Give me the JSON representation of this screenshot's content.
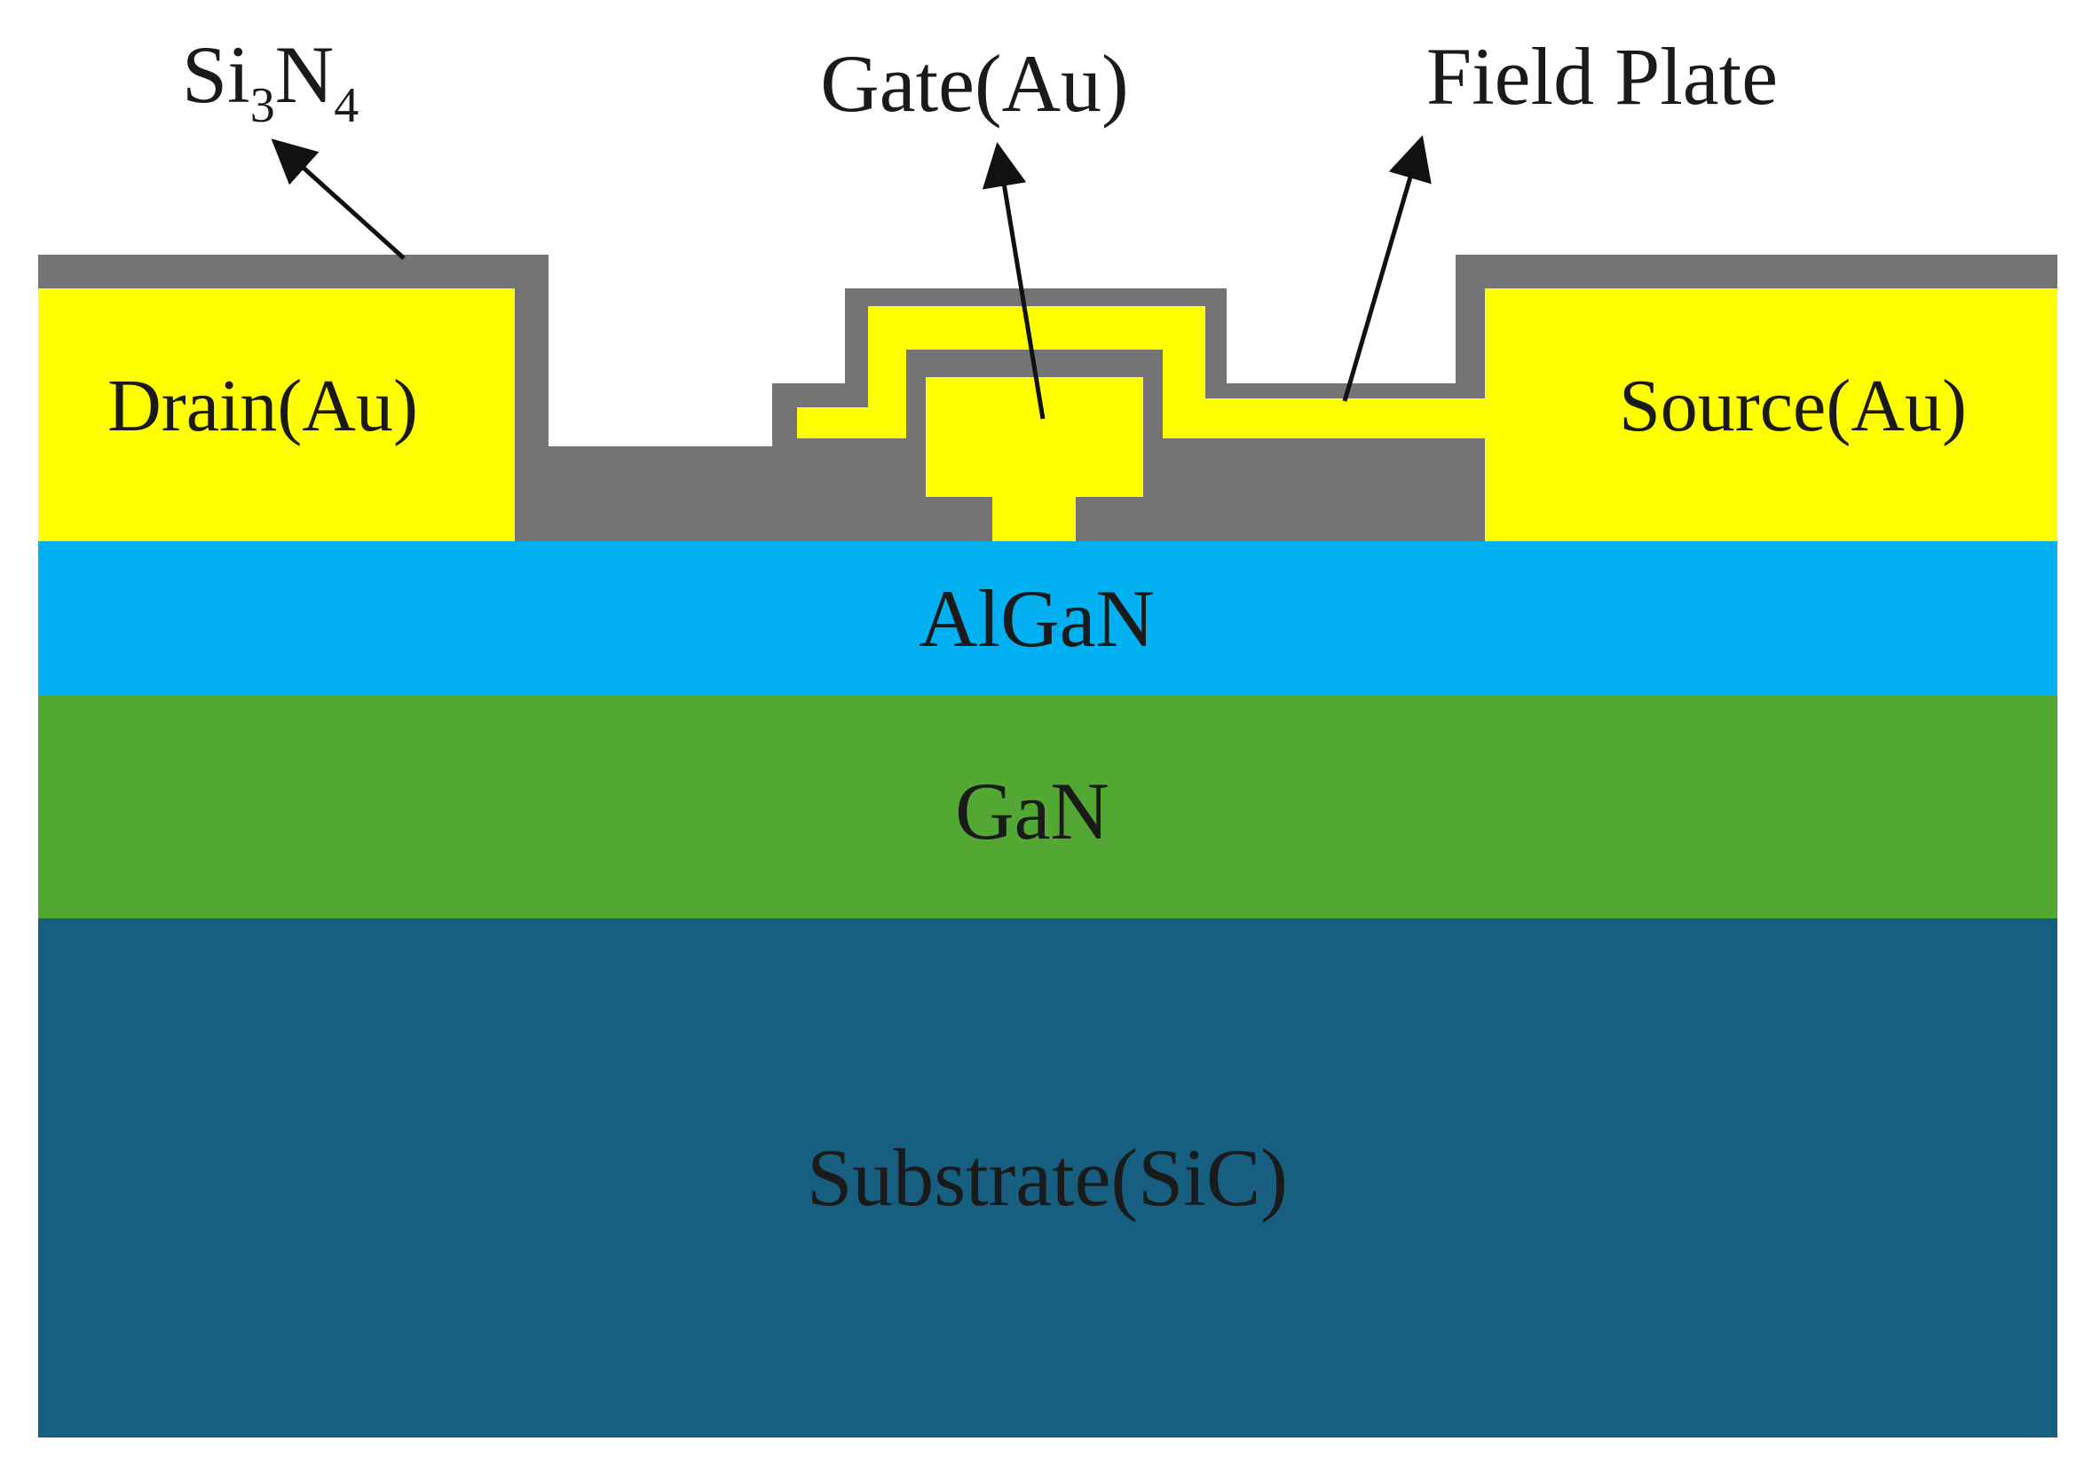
{
  "labels": {
    "si3n4": {
      "main": "Si",
      "sub1": "3",
      "mid": "N",
      "sub2": "4"
    },
    "gate": "Gate(Au)",
    "field_plate": "Field Plate",
    "drain": "Drain(Au)",
    "source": "Source(Au)",
    "algan": "AlGaN",
    "gan": "GaN",
    "substrate": "Substrate(SiC)"
  },
  "colors": {
    "gold": "#ffff00",
    "nitride": "#747474",
    "algan": "#00b0f0",
    "gan": "#52a833",
    "substrate": "#175f80",
    "text": "#1a1a1a"
  }
}
